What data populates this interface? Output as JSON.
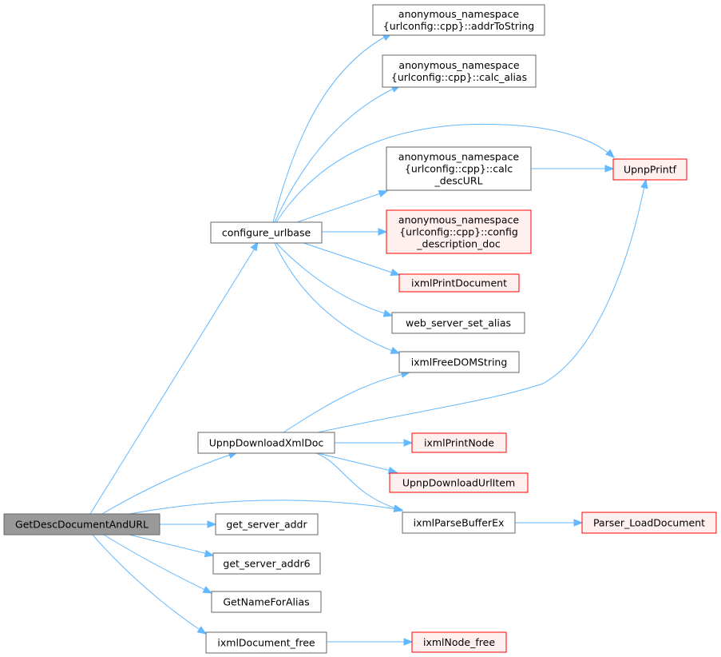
{
  "colors": {
    "edge": "#63b8ff",
    "root_fill": "#999999",
    "root_border": "#666666",
    "normal_fill": "#ffffff",
    "normal_border": "#666666",
    "external_fill": "#fff0f0",
    "external_border": "#ff0000"
  },
  "nodes": {
    "root": {
      "lines": [
        "GetDescDocumentAndURL"
      ],
      "style": "root"
    },
    "configure_urlbase": {
      "lines": [
        "configure_urlbase"
      ],
      "style": "normal"
    },
    "upnp_download_xml_doc": {
      "lines": [
        "UpnpDownloadXmlDoc"
      ],
      "style": "normal"
    },
    "get_server_addr": {
      "lines": [
        "get_server_addr"
      ],
      "style": "normal"
    },
    "get_server_addr6": {
      "lines": [
        "get_server_addr6"
      ],
      "style": "normal"
    },
    "get_name_for_alias": {
      "lines": [
        "GetNameForAlias"
      ],
      "style": "normal"
    },
    "ixml_document_free": {
      "lines": [
        "ixmlDocument_free"
      ],
      "style": "normal"
    },
    "ixml_parse_buffer_ex": {
      "lines": [
        "ixmlParseBufferEx"
      ],
      "style": "normal"
    },
    "addr_to_string": {
      "lines": [
        "anonymous_namespace",
        "{urlconfig::cpp}::addrToString"
      ],
      "style": "normal"
    },
    "calc_alias": {
      "lines": [
        "anonymous_namespace",
        "{urlconfig::cpp}::calc_alias"
      ],
      "style": "normal"
    },
    "calc_desc_url": {
      "lines": [
        "anonymous_namespace",
        "{urlconfig::cpp}::calc",
        "_descURL"
      ],
      "style": "normal"
    },
    "config_description_doc": {
      "lines": [
        "anonymous_namespace",
        "{urlconfig::cpp}::config",
        "_description_doc"
      ],
      "style": "external"
    },
    "ixml_print_document": {
      "lines": [
        "ixmlPrintDocument"
      ],
      "style": "external"
    },
    "web_server_set_alias": {
      "lines": [
        "web_server_set_alias"
      ],
      "style": "normal"
    },
    "ixml_free_dom_string": {
      "lines": [
        "ixmlFreeDOMString"
      ],
      "style": "normal"
    },
    "upnp_printf": {
      "lines": [
        "UpnpPrintf"
      ],
      "style": "external"
    },
    "ixml_print_node": {
      "lines": [
        "ixmlPrintNode"
      ],
      "style": "external"
    },
    "upnp_download_url_item": {
      "lines": [
        "UpnpDownloadUrlItem"
      ],
      "style": "external"
    },
    "parser_load_document": {
      "lines": [
        "Parser_LoadDocument"
      ],
      "style": "external"
    },
    "ixml_node_free": {
      "lines": [
        "ixmlNode_free"
      ],
      "style": "external"
    }
  },
  "edges": [
    {
      "from": "root",
      "to": "configure_urlbase"
    },
    {
      "from": "root",
      "to": "upnp_download_xml_doc"
    },
    {
      "from": "root",
      "to": "ixml_parse_buffer_ex"
    },
    {
      "from": "root",
      "to": "get_server_addr"
    },
    {
      "from": "root",
      "to": "get_server_addr6"
    },
    {
      "from": "root",
      "to": "get_name_for_alias"
    },
    {
      "from": "root",
      "to": "ixml_document_free"
    },
    {
      "from": "configure_urlbase",
      "to": "addr_to_string"
    },
    {
      "from": "configure_urlbase",
      "to": "calc_alias"
    },
    {
      "from": "configure_urlbase",
      "to": "upnp_printf"
    },
    {
      "from": "configure_urlbase",
      "to": "calc_desc_url"
    },
    {
      "from": "configure_urlbase",
      "to": "config_description_doc"
    },
    {
      "from": "configure_urlbase",
      "to": "ixml_print_document"
    },
    {
      "from": "configure_urlbase",
      "to": "web_server_set_alias"
    },
    {
      "from": "configure_urlbase",
      "to": "ixml_free_dom_string"
    },
    {
      "from": "calc_desc_url",
      "to": "upnp_printf"
    },
    {
      "from": "upnp_download_xml_doc",
      "to": "ixml_free_dom_string"
    },
    {
      "from": "upnp_download_xml_doc",
      "to": "upnp_printf"
    },
    {
      "from": "upnp_download_xml_doc",
      "to": "ixml_print_node"
    },
    {
      "from": "upnp_download_xml_doc",
      "to": "upnp_download_url_item"
    },
    {
      "from": "upnp_download_xml_doc",
      "to": "ixml_parse_buffer_ex"
    },
    {
      "from": "ixml_parse_buffer_ex",
      "to": "parser_load_document"
    },
    {
      "from": "ixml_document_free",
      "to": "ixml_node_free"
    }
  ]
}
